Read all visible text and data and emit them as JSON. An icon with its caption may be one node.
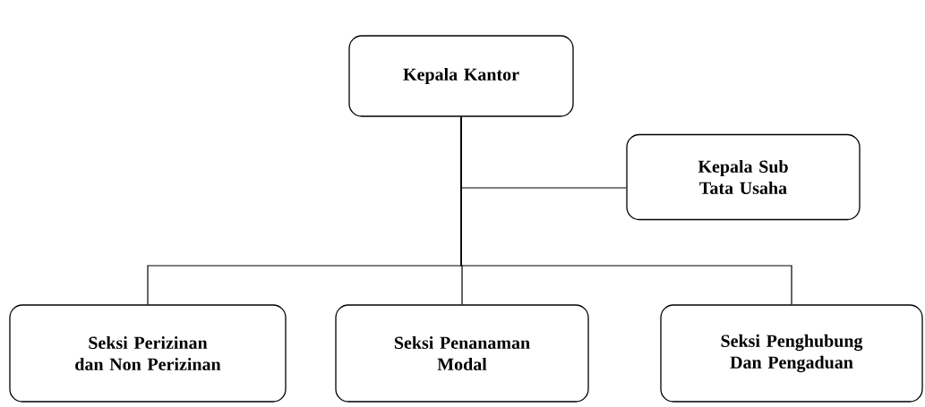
{
  "diagram": {
    "nodes": [
      {
        "text": [
          "Kepala Kantor"
        ]
      },
      {
        "text": [
          "Kepala Sub Tata Usaha"
        ]
      },
      {
        "text": [
          "Seksi Perizinan dan Non Perizinan"
        ]
      },
      {
        "text": [
          "Seksi Penanaman Modal"
        ]
      },
      {
        "text": [
          "Seksi Penghubung Dan Pengaduan"
        ]
      }
    ],
    "edges": [
      {
        "from": 0,
        "to": 1,
        "arrow": "none"
      },
      {
        "from": 0,
        "to": 2,
        "arrow": "none"
      },
      {
        "from": 0,
        "to": 3,
        "arrow": "none"
      },
      {
        "from": 0,
        "to": 4,
        "arrow": "none"
      }
    ]
  }
}
